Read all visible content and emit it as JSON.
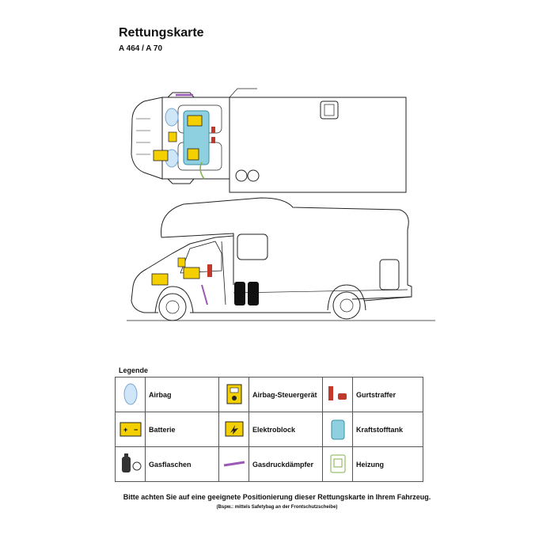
{
  "header": {
    "title": "Rettungskarte",
    "subtitle": "A 464 / A 70"
  },
  "legend": {
    "title": "Legende",
    "items": [
      {
        "label": "Airbag",
        "icon": "airbag-icon"
      },
      {
        "label": "Airbag-Steuergerät",
        "icon": "airbag-control-unit-icon"
      },
      {
        "label": "Gurtstraffer",
        "icon": "seatbelt-tensioner-icon"
      },
      {
        "label": "Batterie",
        "icon": "battery-icon"
      },
      {
        "label": "Elektroblock",
        "icon": "electroblock-icon"
      },
      {
        "label": "Kraftstofftank",
        "icon": "fuel-tank-icon"
      },
      {
        "label": "Gasflaschen",
        "icon": "gas-bottle-icon"
      },
      {
        "label": "Gasdruckdämpfer",
        "icon": "gas-strut-icon"
      },
      {
        "label": "Heizung",
        "icon": "heater-icon"
      }
    ]
  },
  "footer": {
    "note": "Bitte achten Sie auf eine geeignete Positionierung dieser Rettungskarte in Ihrem Fahrzeug.",
    "example": "(Bspw.: mittels Safetybag an der Frontschutzscheibe)"
  },
  "colors": {
    "battery_yellow": "#f5d000",
    "fuel_tank_blue": "#8fd0e0",
    "airbag_blue": "#cfe6f8",
    "tensioner_red": "#c0392b",
    "gas_strut_purple": "#9b59b6",
    "heater_green": "#7fb24a",
    "line": "#222222"
  }
}
